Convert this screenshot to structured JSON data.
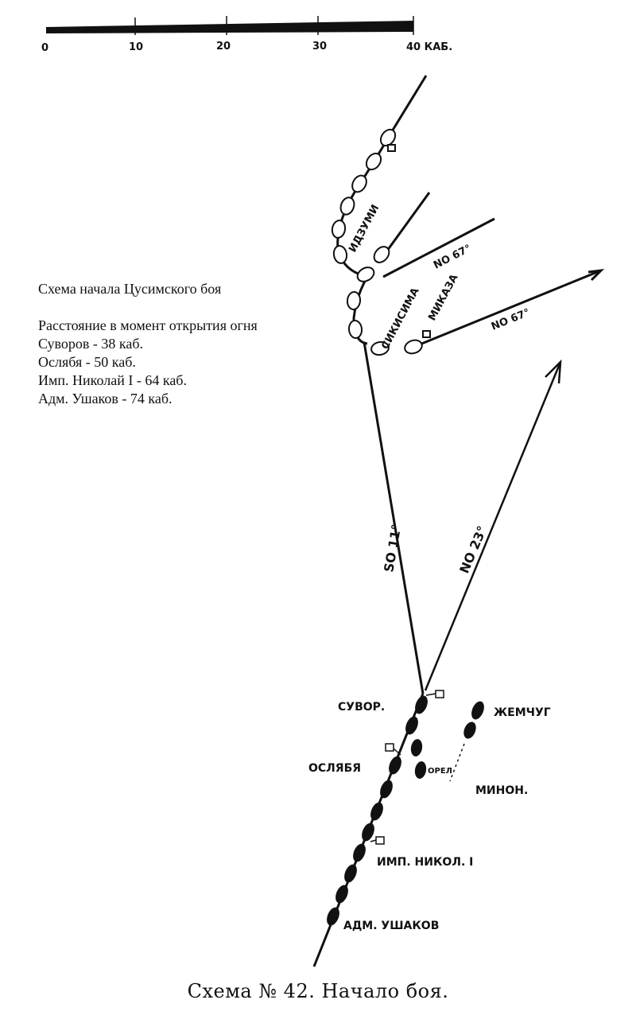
{
  "scale": {
    "labels": [
      "0",
      "10",
      "20",
      "30",
      "40 КАБ."
    ]
  },
  "info": {
    "title": "Схема начала Цусимского боя",
    "subtitle": "Расстояние в момент открытия огня",
    "lines": [
      "Суворов - 38 каб.",
      "Ослябя - 50 каб.",
      "Имп. Николай I - 64 каб.",
      "Адм. Ушаков - 74 каб."
    ]
  },
  "map": {
    "japanese_labels": {
      "idzumi": "ИДЗУМИ",
      "shikishima": "СИКИСИМА",
      "mikasa": "МИКАЗА",
      "course_upper": "NO 67°",
      "course_lower": "NO 67°"
    },
    "russian_labels": {
      "suvorov": "СУВОР.",
      "oslyabya": "ОСЛЯБЯ",
      "orel": "ОРЕЛ",
      "nikolai": "ИМП. НИКОЛ. I",
      "ushakov": "АДМ. УШАКОВ",
      "zhemchug": "ЖЕМЧУГ",
      "minon": "МИНОН."
    },
    "courses": {
      "russian": "SO 11°",
      "second": "NO 23°"
    },
    "colors": {
      "ink": "#111111",
      "paper": "#ffffff"
    }
  },
  "caption": "Схема № 42. Начало боя."
}
